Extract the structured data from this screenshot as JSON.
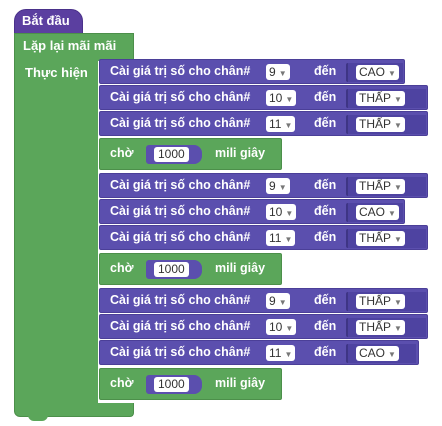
{
  "start_block": {
    "label": "Bắt đầu"
  },
  "loop_block": {
    "label": "Lặp lại mãi mãi",
    "do_label": "Thực hiện"
  },
  "set_pin_label": "Cài giá trị số cho chân#",
  "to_label": "đến",
  "delay_label": "chờ",
  "delay_unit": "mili giây",
  "groups": [
    {
      "statements": [
        {
          "pin": "9",
          "value": "CAO"
        },
        {
          "pin": "10",
          "value": "THẤP"
        },
        {
          "pin": "11",
          "value": "THẤP"
        }
      ],
      "delay": "1000"
    },
    {
      "statements": [
        {
          "pin": "9",
          "value": "THẤP"
        },
        {
          "pin": "10",
          "value": "CAO"
        },
        {
          "pin": "11",
          "value": "THẤP"
        }
      ],
      "delay": "1000"
    },
    {
      "statements": [
        {
          "pin": "9",
          "value": "THẤP"
        },
        {
          "pin": "10",
          "value": "THẤP"
        },
        {
          "pin": "11",
          "value": "CAO"
        }
      ],
      "delay": "1000"
    }
  ]
}
